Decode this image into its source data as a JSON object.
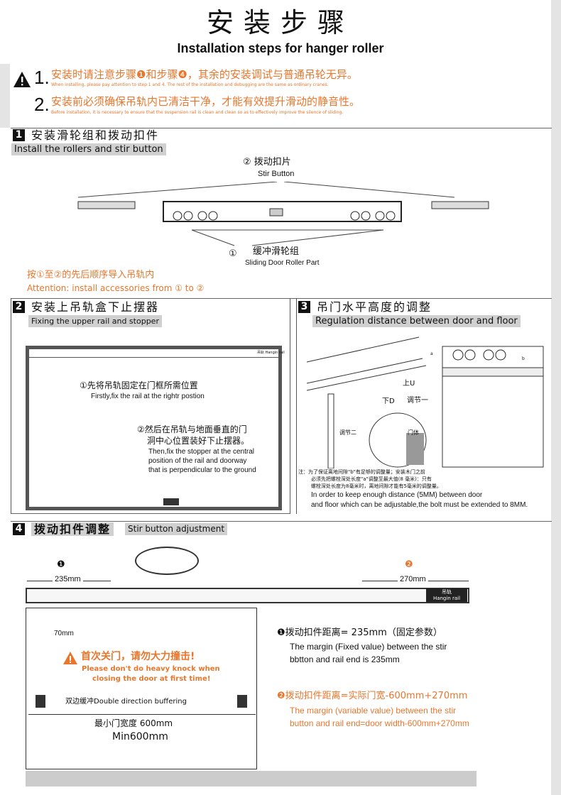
{
  "title": "安装步骤",
  "subtitle": "Installation steps for hanger roller",
  "notes": [
    {
      "num": "1.",
      "cn": "安装时请注意步骤❶和步骤❹，其余的安装调试与普通吊轮无异。",
      "en": "When installing, please pay attention to step 1 and 4. The rest of the installation and debugging are the same as ordinary cranes."
    },
    {
      "num": "2.",
      "cn": "安装前必须确保吊轨内已清洁干净，才能有效提升滑动的静音性。",
      "en": "Before installation, it is necessary to ensure that the suspension rail is clean and clean so as to effectively improve the silence of sliding."
    }
  ],
  "s1": {
    "num": "1",
    "title": "安装滑轮组和拨动扣件",
    "en": "Install the rollers and stir button",
    "stir_cn": "② 拨动扣片",
    "stir_en": "Stir Button",
    "roller_num": "①",
    "roller_cn": "缓冲滑轮组",
    "roller_en": "Sliding Door Roller Part",
    "att_cn": "按①至②的先后顺序导入吊轨内",
    "att_en": "Attention: install accessories from ① to ②"
  },
  "s2": {
    "num": "2",
    "title": "安装上吊轨盒下止摆器",
    "en": "Fixing the upper rail and stopper",
    "rail_tag": "吊轨 Hangin rail",
    "step1_cn": "①先将吊轨固定在门框所需位置",
    "step1_en": "Firstly,fix the rail at the rightr postion",
    "step2_cn_1": "②然后在吊轨与地面垂直的门",
    "step2_cn_2": "洞中心位置装好下止摆器。",
    "step2_en_1": "Then,fix the stopper at the central",
    "step2_en_2": "position of the rail and doorway",
    "step2_en_3": "that is perpendicular to the ground"
  },
  "s3": {
    "num": "3",
    "title": "吊门水平高度的调整",
    "en": "Regulation distance between door and floor",
    "up": "上U",
    "down": "下D",
    "adj1": "调节一",
    "adj2": "调节二",
    "door": "门体",
    "a": "a",
    "b": "b",
    "note_cn_1": "注：为了保证离地间隙\"b\"有足够的调整量；安装木门之前",
    "note_cn_2": "必须先把螺栓深处长度\"a\"调整至最大值(8 毫米)：只有",
    "note_cn_3": "螺栓深处长度为8毫米时，离地间隙才能有5毫米的调整量。",
    "note_en_1": "In order to keep enough distance (5MM) between door",
    "note_en_2": "and floor which can be adjustable,the bolt must be extended to 8MM."
  },
  "s4": {
    "num": "4",
    "title": "拨动扣件调整",
    "en": "Stir button adjustment",
    "m1": "❶",
    "m2": "❷",
    "d1": "235mm",
    "d2": "270mm",
    "rail_tag_cn": "吊轨",
    "rail_tag_en": "Hangin rail",
    "d3": "70mm",
    "warn_cn": "首次关门，请勿大力撞击!",
    "warn_en_1": "Please don't do heavy knock when",
    "warn_en_2": "closing the door at first time!",
    "buffer": "双边缓冲Double direction buffering",
    "min_cn": "最小门宽度 600mm",
    "min_en": "Min600mm",
    "p1_cn": "❶拨动扣件距离= 235mm（固定参数）",
    "p1_en_1": "The margin (Fixed value) between the stir",
    "p1_en_2": "bbtton and rail end is 235mm",
    "p2_cn": "❷拨动扣件距离=实际门宽-600mm+270mm",
    "p2_en_1": "The margin (variable value) between the stir",
    "p2_en_2": "button and rail end=door width-600mm+270mm"
  },
  "colors": {
    "accent": "#e8762c",
    "header_band": "#d0d0d0"
  }
}
